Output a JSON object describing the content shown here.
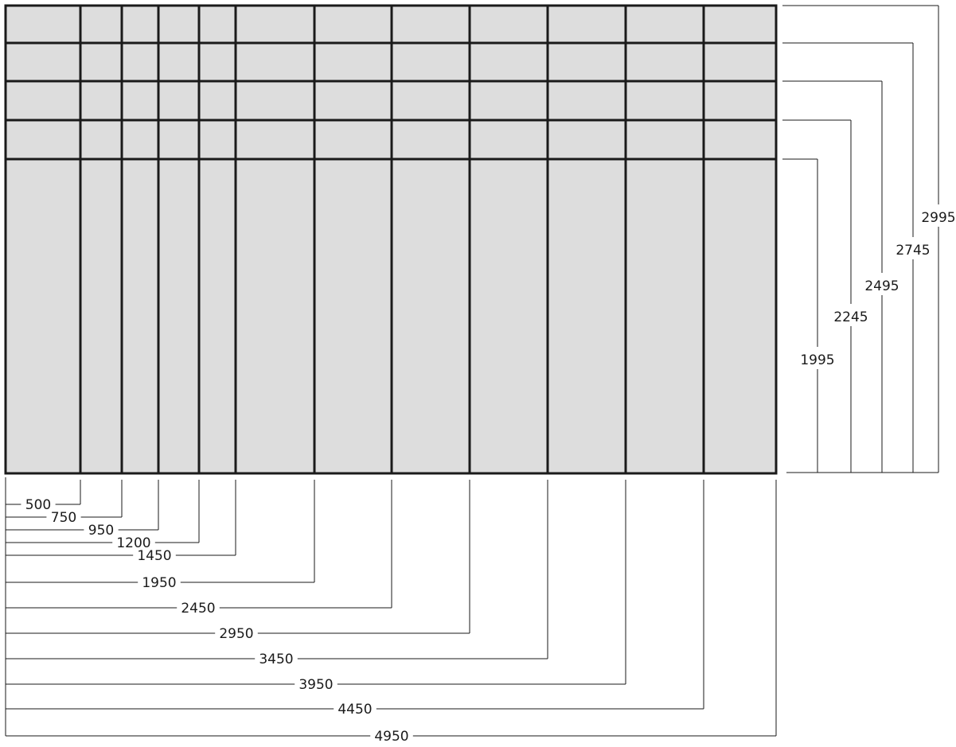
{
  "horizontal_dimensions": {
    "labels": [
      "500",
      "750",
      "950",
      "1200",
      "1450",
      "1950",
      "2450",
      "2950",
      "3450",
      "3950",
      "4450",
      "4950"
    ]
  },
  "vertical_dimensions": {
    "labels": [
      "1995",
      "2245",
      "2495",
      "2745",
      "2995"
    ]
  },
  "colors": {
    "panel_fill": "#dddddd",
    "line": "#1a1a1a"
  }
}
